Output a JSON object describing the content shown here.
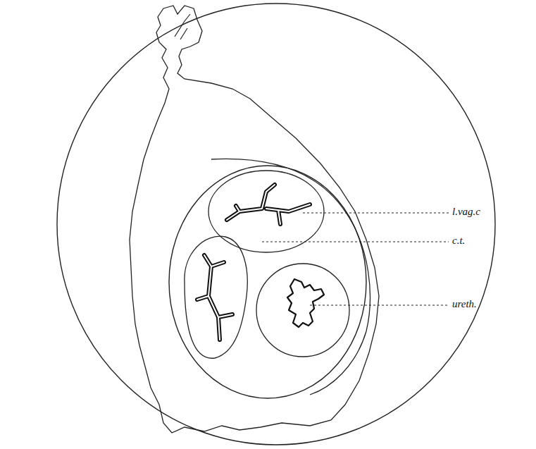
{
  "diagram": {
    "labels": [
      "l.vag.c",
      "c.t.",
      "ureth."
    ]
  }
}
